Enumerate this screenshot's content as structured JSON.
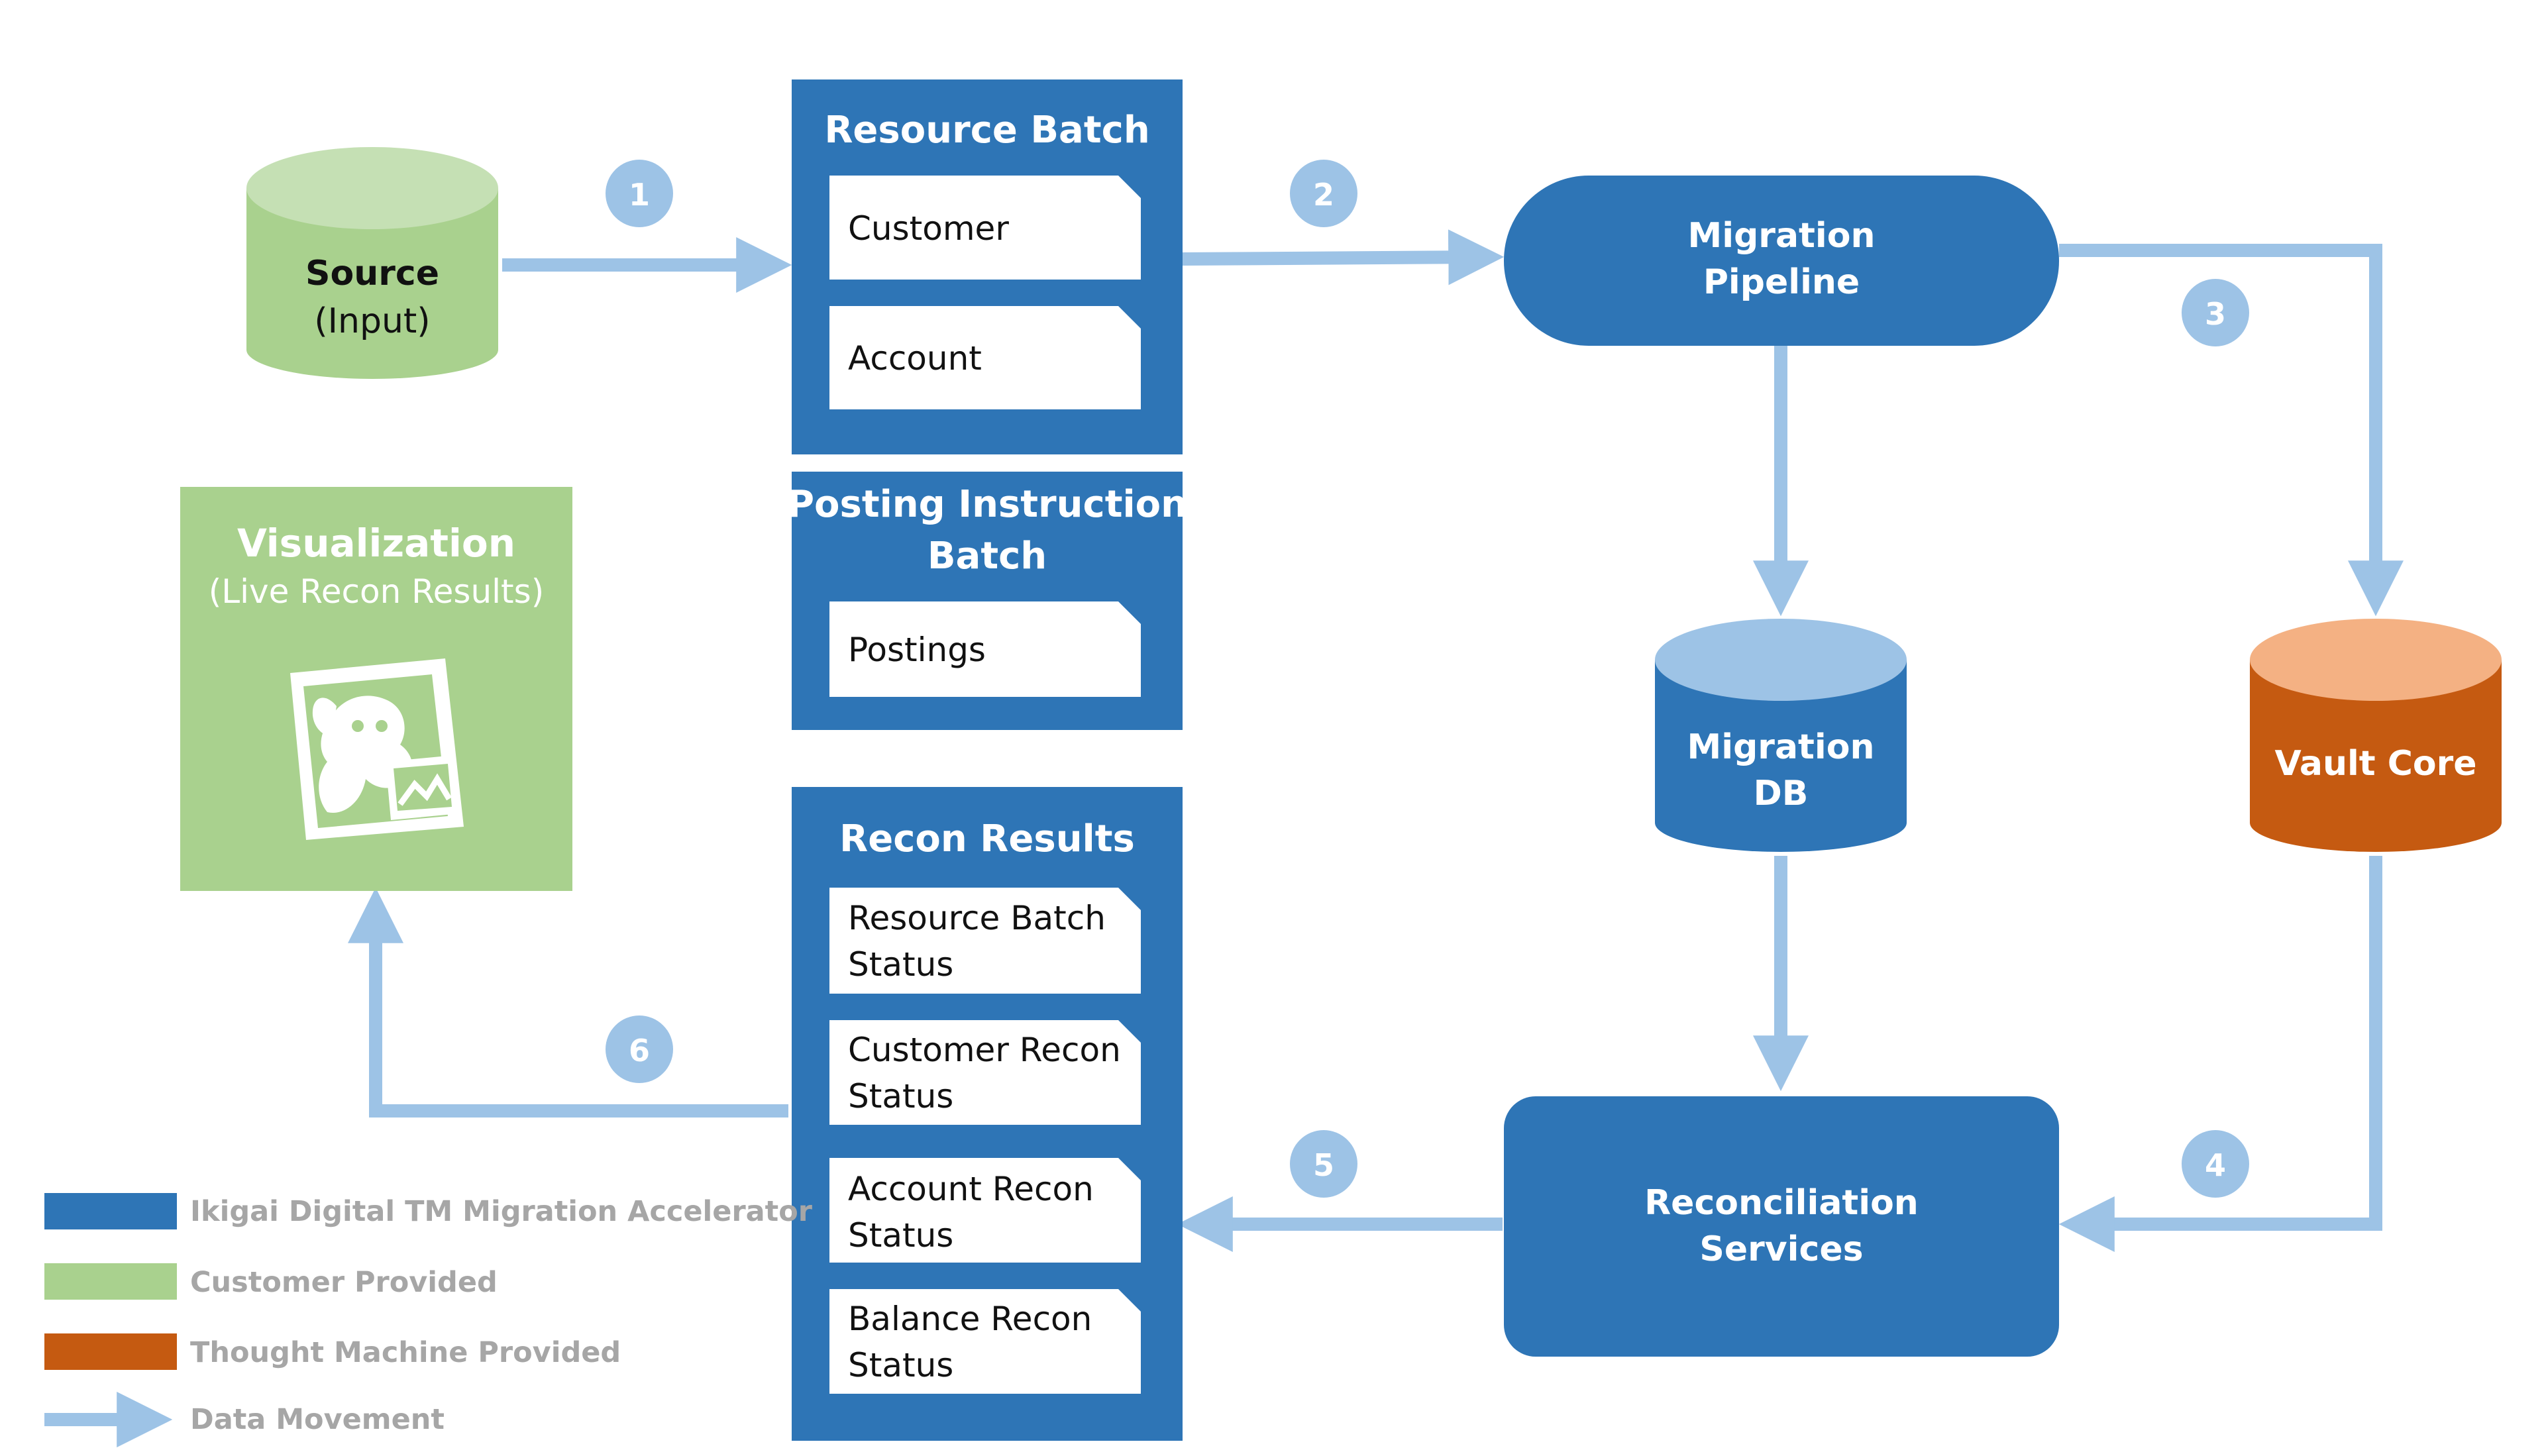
{
  "colors": {
    "accelerator_blue": "#2e75b6",
    "customer_green": "#a9d18e",
    "customer_green_light": "#c5e0b4",
    "thought_machine_orange": "#c55a11",
    "thought_machine_orange_light": "#f4b183",
    "data_movement_blue": "#9dc3e6",
    "migration_db_top": "#9dc3e6",
    "legend_text": "#a6a6a6"
  },
  "source": {
    "title": "Source",
    "subtitle": "(Input)"
  },
  "resource_batch": {
    "title": "Resource Batch",
    "items": [
      "Customer",
      "Account"
    ]
  },
  "posting_batch": {
    "title_line1": "Posting Instruction",
    "title_line2": "Batch",
    "items": [
      "Postings"
    ]
  },
  "recon_results": {
    "title": "Recon Results",
    "items": [
      {
        "line1": "Resource Batch",
        "line2": "Status"
      },
      {
        "line1": "Customer Recon",
        "line2": "Status"
      },
      {
        "line1": "Account Recon",
        "line2": "Status"
      },
      {
        "line1": "Balance Recon",
        "line2": "Status"
      }
    ]
  },
  "migration_pipeline": {
    "line1": "Migration",
    "line2": "Pipeline"
  },
  "migration_db": {
    "line1": "Migration",
    "line2": "DB"
  },
  "vault_core": {
    "label": "Vault Core"
  },
  "reconciliation_services": {
    "line1": "Reconciliation",
    "line2": "Services"
  },
  "visualization": {
    "title": "Visualization",
    "subtitle": "(Live Recon Results)",
    "icon": "datadog-dog-icon"
  },
  "steps": [
    "1",
    "2",
    "3",
    "4",
    "5",
    "6"
  ],
  "legend": [
    {
      "label": "Ikigai Digital TM Migration Accelerator",
      "color": "#2e75b6"
    },
    {
      "label": "Customer Provided",
      "color": "#a9d18e"
    },
    {
      "label": "Thought Machine Provided",
      "color": "#c55a11"
    },
    {
      "label": "Data Movement",
      "color": "#9dc3e6"
    }
  ]
}
